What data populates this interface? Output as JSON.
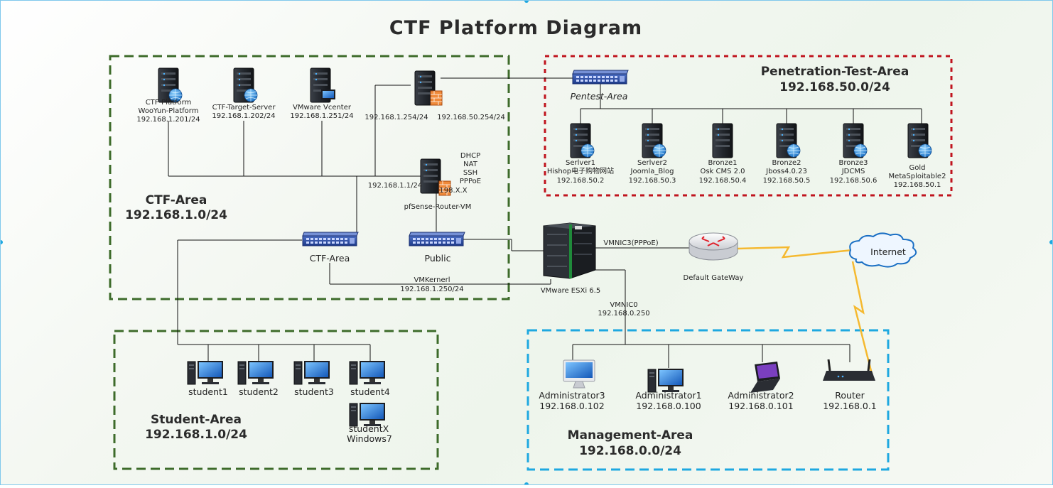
{
  "title": "CTF Platform Diagram",
  "areas": {
    "ctf": {
      "name": "CTF-Area",
      "subnet": "192.168.1.0/24"
    },
    "pentest": {
      "name": "Penetration-Test-Area",
      "subnet": "192.168.50.0/24"
    },
    "student": {
      "name": "Student-Area",
      "subnet": "192.168.1.0/24"
    },
    "management": {
      "name": "Management-Area",
      "subnet": "192.168.0.0/24"
    }
  },
  "ctf_servers": [
    {
      "l1": "CTF-Platform",
      "l2": "WooYun-Platform",
      "l3": "192.168.1.201/24"
    },
    {
      "l1": "CTF-Target-Server",
      "l2": "192.168.1.202/24"
    },
    {
      "l1": "VMware Vcenter",
      "l2": "192.168.1.251/24"
    }
  ],
  "firewall_server": {
    "ip_left": "192.168.1.254/24",
    "ip_right": "192.168.50.254/24"
  },
  "router_vm": {
    "name": "pfSense-Router-VM",
    "ip_left": "192.168.1.1/24",
    "ip_right": "198.X.X",
    "services": [
      "DHCP",
      "NAT",
      "SSH",
      "PPPoE"
    ]
  },
  "switches": {
    "ctf": "CTF-Area",
    "public": "Public",
    "pentest": "Pentest-Area"
  },
  "vmkernel": {
    "l1": "VMKernerl",
    "l2": "192.168.1.250/24"
  },
  "esxi": {
    "name": "VMware ESXi 6.5",
    "vmnic3": "VMNIC3(PPPoE)",
    "vmnic0": "VMNIC0",
    "vmnic0_ip": "192.168.0.250"
  },
  "gateway": "Default GateWay",
  "internet": "Internet",
  "pentest_servers": [
    {
      "l1": "Serlver1",
      "l2": "Hishop电子购物网站",
      "l3": "192.168.50.2"
    },
    {
      "l1": "Serlver2",
      "l2": "Joomla_Blog",
      "l3": "192.168.50.3"
    },
    {
      "l1": "Bronze1",
      "l2": "Osk CMS 2.0",
      "l3": "192.168.50.4"
    },
    {
      "l1": "Bronze2",
      "l2": "Jboss4.0.23",
      "l3": "192.168.50.5"
    },
    {
      "l1": "Bronze3",
      "l2": "JDCMS",
      "l3": "192.168.50.6"
    },
    {
      "l1": "Gold",
      "l2": "MetaSploitable2",
      "l3": "192.168.50.1"
    }
  ],
  "students": [
    "student1",
    "student2",
    "student3",
    "student4"
  ],
  "student_x": {
    "l1": "studentX",
    "l2": "Windows7"
  },
  "admins": [
    {
      "name": "Administrator3",
      "ip": "192.168.0.102"
    },
    {
      "name": "Administrator1",
      "ip": "192.168.0.100"
    },
    {
      "name": "Administrator2",
      "ip": "192.168.0.101"
    },
    {
      "name": "Router",
      "ip": "192.168.0.1"
    }
  ],
  "colors": {
    "ctf_border": "#3d6b2a",
    "pentest_border": "#c0141e",
    "student_border": "#3d6b2a",
    "mgmt_border": "#1ea8e0",
    "link_wan": "#f5b930"
  }
}
